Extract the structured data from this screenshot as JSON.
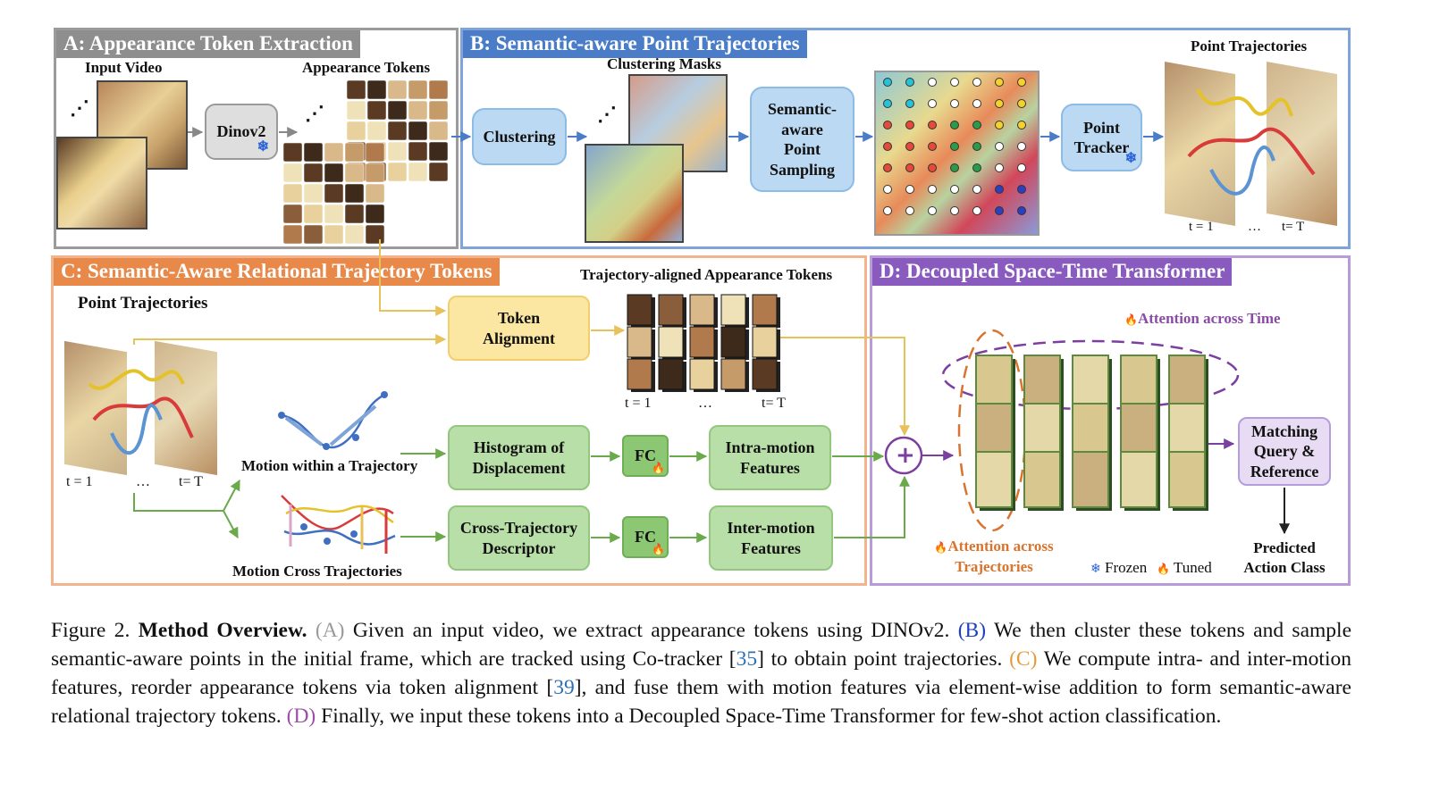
{
  "panels": {
    "a": {
      "title": "A: Appearance Token Extraction",
      "input_video": "Input Video",
      "appearance_tokens": "Appearance  Tokens",
      "dinov2": "Dinov2",
      "dots": "⋰"
    },
    "b": {
      "title": "B: Semantic-aware Point Trajectories",
      "clustering": "Clustering",
      "clustering_masks": "Clustering Masks",
      "sampling": "Semantic-aware Point Sampling",
      "point_tracker": "Point Tracker",
      "point_trajectories": "Point Trajectories",
      "t1": "t = 1",
      "ellipsis": "…",
      "tT": "t= T"
    },
    "c": {
      "title": "C: Semantic-Aware Relational Trajectory Tokens",
      "point_trajectories": "Point Trajectories",
      "traj_aligned_tokens": "Trajectory-aligned Appearance Tokens",
      "token_alignment": "Token Alignment",
      "motion_within": "Motion within a Trajectory",
      "motion_cross": "Motion Cross Trajectories",
      "histogram": "Histogram of Displacement",
      "cross_descriptor": "Cross-Trajectory Descriptor",
      "fc": "FC",
      "intra": "Intra-motion Features",
      "inter": "Inter-motion Features",
      "t1": "t = 1",
      "ellipsis": "…",
      "tT": "t= T"
    },
    "d": {
      "title": "D: Decoupled Space-Time Transformer",
      "attn_time": "Attention across Time",
      "attn_traj": "Attention across Trajectories",
      "matching": "Matching Query & Reference",
      "predicted": "Predicted Action Class",
      "frozen": "Frozen",
      "tuned": "Tuned",
      "plus": "+"
    }
  },
  "caption": {
    "figure": "Figure 2.",
    "heading": "Method Overview.",
    "a_tag": "(A)",
    "a_text": " Given an input video, we extract appearance tokens using DINOv2. ",
    "b_tag": "(B)",
    "b_text_1": " We then cluster these tokens and sample semantic-aware points in the initial frame, which are tracked using Co-tracker [",
    "ref_35": "35",
    "b_text_2": "] to obtain point trajectories. ",
    "c_tag": "(C)",
    "c_text_1": " We compute intra- and inter-motion features, reorder appearance tokens via token alignment [",
    "ref_39": "39",
    "c_text_2": "], and fuse them with motion features via element-wise addition to form semantic-aware relational trajectory tokens. ",
    "d_tag": "(D)",
    "d_text": " Finally, we input these tokens into a Decoupled Space-Time Transformer for few-shot action classification."
  },
  "colors": {
    "panel_a": "#9b9b9b",
    "panel_b": "#4a7cc7",
    "panel_c": "#e8894a",
    "panel_d": "#8a5bbf",
    "blue_box": "#bcd9f3",
    "green_box": "#b9dfa8",
    "yellow_box": "#fbe7a2",
    "purple_box": "#e7dcf3"
  },
  "icons": {
    "snowflake": "❄",
    "flame": "🔥"
  }
}
